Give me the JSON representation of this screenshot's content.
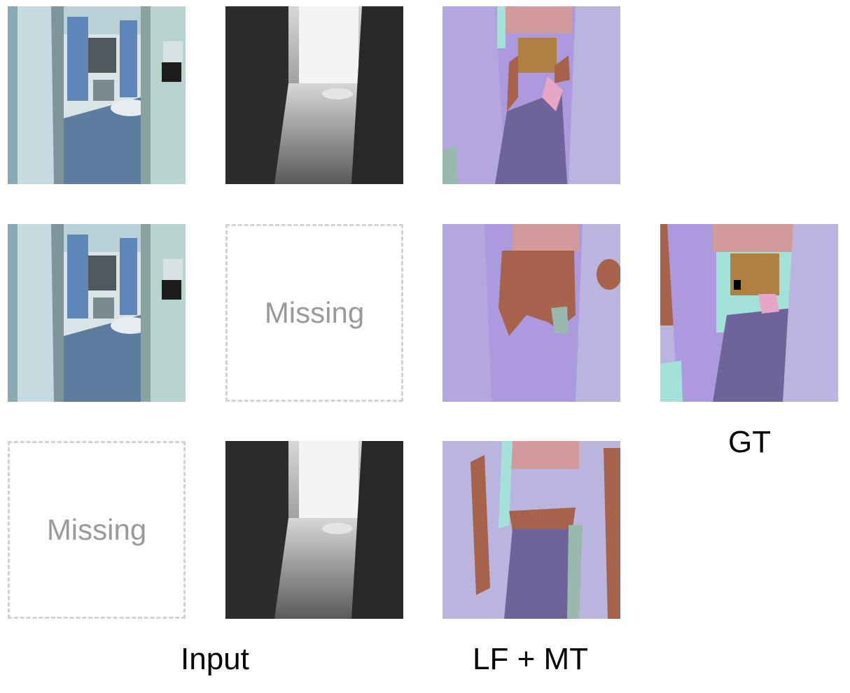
{
  "figure": {
    "missing_label": "Missing",
    "captions": {
      "input": "Input",
      "prediction": "LF + MT",
      "ground_truth": "GT"
    }
  },
  "rows": [
    {
      "rgb": "present",
      "depth": "present",
      "prediction": "rgb+depth"
    },
    {
      "rgb": "present",
      "depth": "missing",
      "prediction": "rgb-only"
    },
    {
      "rgb": "missing",
      "depth": "present",
      "prediction": "depth-only"
    }
  ],
  "palette": {
    "wall": "#b9b5de",
    "wall_dark": "#ad9ade",
    "floor": "#6f6499",
    "ceiling": "#d39a9c",
    "cabinet": "#b07f42",
    "furniture": "#a7624b",
    "window": "#a4e1d9",
    "misc": "#9ab9ae",
    "pink": "#e8a6c6"
  }
}
